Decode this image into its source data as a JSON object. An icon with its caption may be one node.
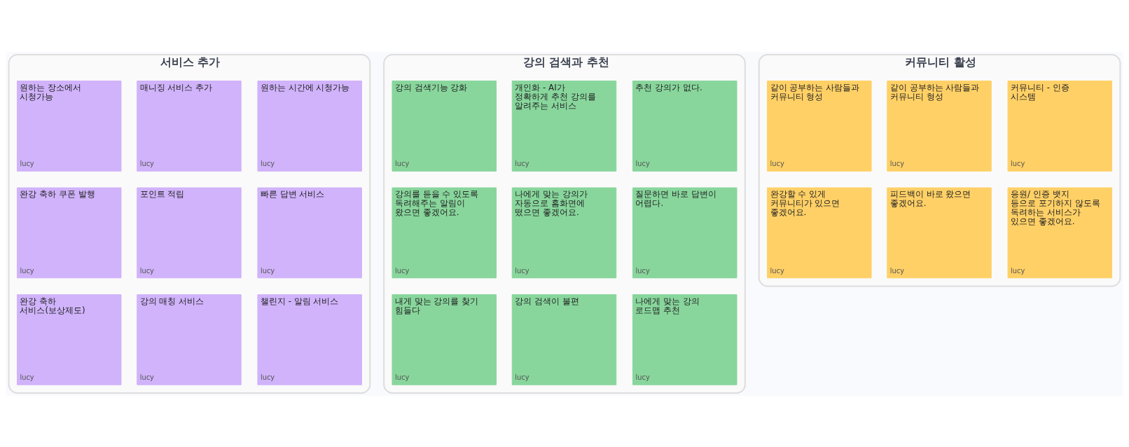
{
  "diagram": {
    "nodes": [
      {
        "text": [
          "서비스 추가"
        ]
      },
      {
        "text": [
          "원하는 장소에서 시청가능",
          "lucy"
        ],
        "in": 0
      },
      {
        "text": [
          "매니징 서비스 추가",
          "lucy"
        ],
        "in": 0
      },
      {
        "text": [
          "원하는 시간에 시청가능",
          "lucy"
        ],
        "in": 0
      },
      {
        "text": [
          "완강 축하 쿠폰 발행",
          "lucy"
        ],
        "in": 0
      },
      {
        "text": [
          "포인트 적립",
          "lucy"
        ],
        "in": 0
      },
      {
        "text": [
          "빠른 답변 서비스",
          "lucy"
        ],
        "in": 0
      },
      {
        "text": [
          "완강 축하 서비스(보상제도)",
          "lucy"
        ],
        "in": 0
      },
      {
        "text": [
          "강의 매칭 서비스",
          "lucy"
        ],
        "in": 0
      },
      {
        "text": [
          "챌린지 - 알림 서비스",
          "lucy"
        ],
        "in": 0
      },
      {
        "text": [
          "강의 검색과 추천"
        ]
      },
      {
        "text": [
          "강의 검색기능 강화",
          "lucy"
        ],
        "in": 10
      },
      {
        "text": [
          "개인화 - AI가 정확하게 추천 강의를 알려주는 서비스",
          "lucy"
        ],
        "in": 10
      },
      {
        "text": [
          "추천 강의가 없다.",
          "lucy"
        ],
        "in": 10
      },
      {
        "text": [
          "강의를 듣을 수 있도록 독려해주는 알림이 왔으면 좋겠어요.",
          "lucy"
        ],
        "in": 10
      },
      {
        "text": [
          "나에게 맞는 강의가 자동으로 홈화면에 떴으면 좋겠어요.",
          "lucy"
        ],
        "in": 10
      },
      {
        "text": [
          "질문하면 바로 답변이 어렵다.",
          "lucy"
        ],
        "in": 10
      },
      {
        "text": [
          "내게 맞는 강의를 찾기 힘들다",
          "lucy"
        ],
        "in": 10
      },
      {
        "text": [
          "강의 검색이 불편",
          "lucy"
        ],
        "in": 10
      },
      {
        "text": [
          "나에게 맞는 강의 로드맵 추천",
          "lucy"
        ],
        "in": 10
      },
      {
        "text": [
          "커뮤니티 활성"
        ]
      },
      {
        "text": [
          "같이 공부하는 사람들과 커뮤니티 형성",
          "lucy"
        ],
        "in": 20
      },
      {
        "text": [
          "같이 공부하는 사람들과 커뮤니티 형성",
          "lucy"
        ],
        "in": 20
      },
      {
        "text": [
          "커뮤니티 - 인증 시스템",
          "lucy"
        ],
        "in": 20
      },
      {
        "text": [
          "완강할 수 있게 커뮤니티가 있으면 좋겠어요.",
          "lucy"
        ],
        "in": 20
      },
      {
        "text": [
          "피드백이 바로 왔으면 좋겠어요.",
          "lucy"
        ],
        "in": 20
      },
      {
        "text": [
          "응원/ 인증 뱃지 등으로 포기하지 않도록 독려하는 서비스가 있으면 좋겠어요.",
          "lucy"
        ],
        "in": 20
      }
    ]
  }
}
